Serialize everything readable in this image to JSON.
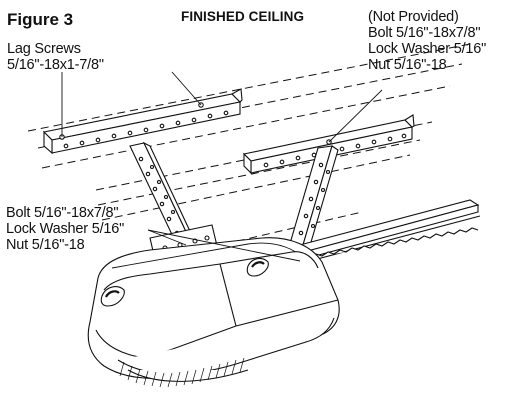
{
  "figure": {
    "title": "Figure 3",
    "ceiling_label": "FINISHED CEILING"
  },
  "callouts": {
    "lag_screws": [
      "Lag Screws",
      "5/16\"-18x1-7/8\""
    ],
    "not_provided": [
      "(Not Provided)",
      "Bolt 5/16\"-18x7/8\"",
      "Lock Washer 5/16\"",
      "Nut 5/16\"-18"
    ],
    "bracket_hardware": [
      "Bolt 5/16\"-18x7/8\"",
      "Lock Washer 5/16\"",
      "Nut 5/16\"-18"
    ]
  },
  "colors": {
    "ink": "#111111",
    "paper": "#ffffff",
    "shade": "#dddddd"
  }
}
